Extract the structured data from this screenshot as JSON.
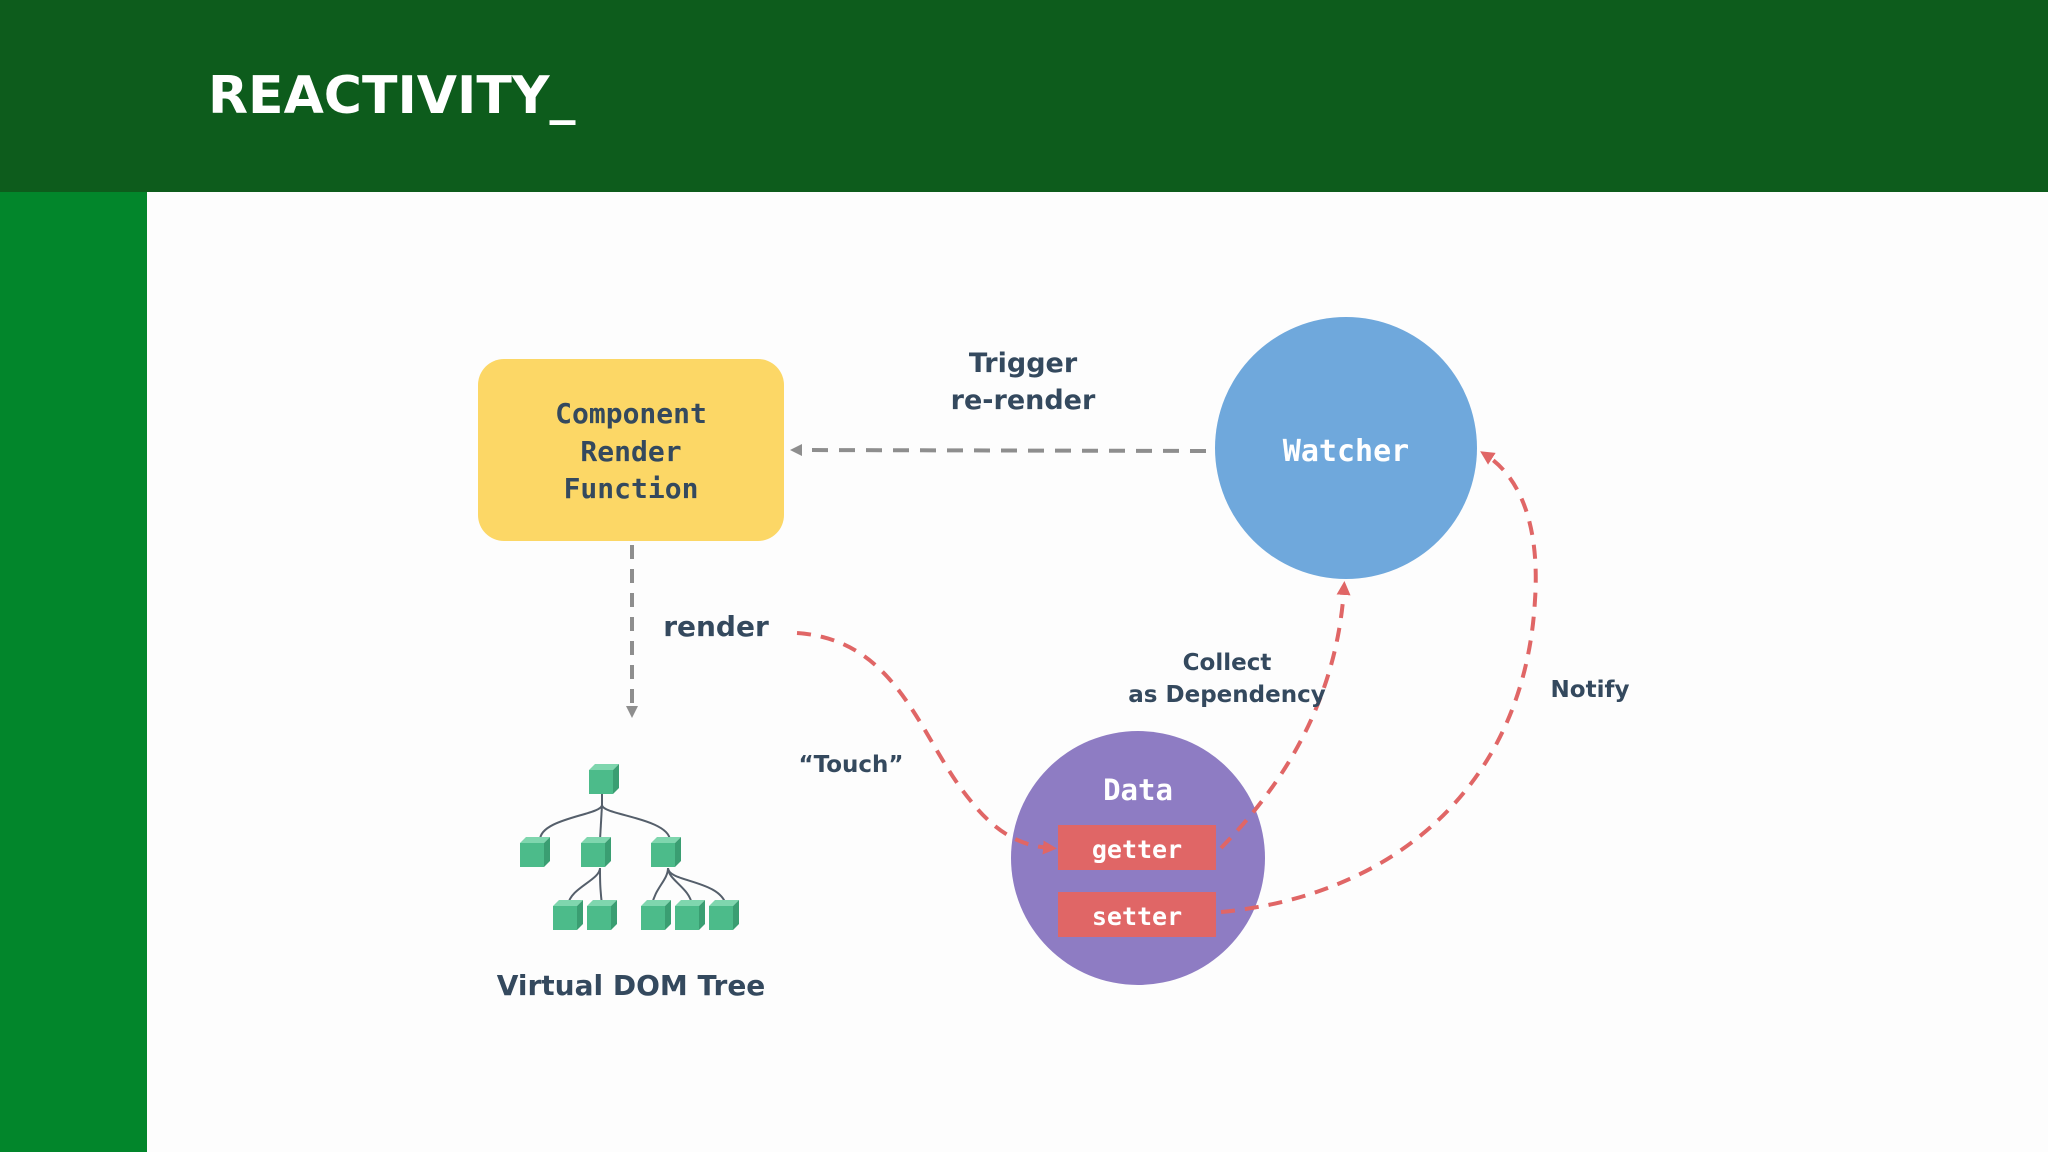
{
  "header": {
    "title": "REACTIVITY_"
  },
  "diagram": {
    "component_box": {
      "line1": "Component",
      "line2": "Render",
      "line3": "Function"
    },
    "watcher": "Watcher",
    "data_node": {
      "label": "Data",
      "getter": "getter",
      "setter": "setter"
    },
    "labels": {
      "trigger_line1": "Trigger",
      "trigger_line2": "re-render",
      "render": "render",
      "touch": "“Touch”",
      "collect_line1": "Collect",
      "collect_line2": "as Dependency",
      "notify": "Notify",
      "vdom": "Virtual DOM Tree"
    }
  },
  "colors": {
    "header_bg": "#0d5c1c",
    "sidebar_bg": "#02862b",
    "component_box": "#fcd766",
    "watcher_circle": "#6fa8dc",
    "data_circle": "#8e7cc3",
    "getter_setter": "#e06666",
    "dashed_gray": "#8e8e8e",
    "dashed_red": "#e06666",
    "label_text": "#34495e",
    "cube": "#4cbb8a"
  }
}
